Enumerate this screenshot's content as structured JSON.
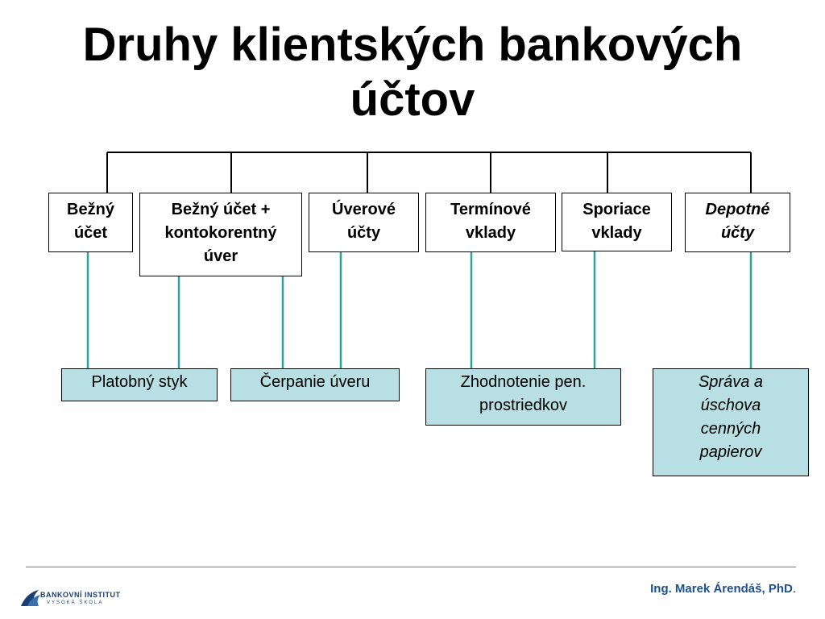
{
  "title": {
    "line1": "Druhy klientských bankových",
    "line2": "účtov"
  },
  "accounts": [
    {
      "lines": [
        "Bežný",
        "účet"
      ]
    },
    {
      "lines": [
        "Bežný účet +",
        "kontokorentný",
        "úver"
      ]
    },
    {
      "lines": [
        "Úverové",
        "účty"
      ]
    },
    {
      "lines": [
        "Termínové",
        "vklady"
      ]
    },
    {
      "lines": [
        "Sporiace",
        "vklady"
      ]
    },
    {
      "lines": [
        "Depotné",
        "účty"
      ]
    }
  ],
  "functions": [
    {
      "lines": [
        "Platobný styk"
      ]
    },
    {
      "lines": [
        "Čerpanie úveru"
      ]
    },
    {
      "lines": [
        "Zhodnotenie pen.",
        "prostriedkov"
      ]
    },
    {
      "lines": [
        "Správa a",
        "úschova",
        "cenných",
        "papierov"
      ]
    }
  ],
  "footer": {
    "logo": {
      "name": "BANKOVNÍ INSTITUT",
      "sub": "VYSOKÁ ŠKOLA",
      "icon": "institute-logo-icon"
    },
    "author": "Ing. Marek Árendáš, PhD",
    "author_suffix": "."
  },
  "colors": {
    "leaf_fill": "#b8dfe3",
    "teal_connector": "#2aa39a",
    "tree_line": "#000000",
    "author_text": "#1f4f8f"
  }
}
